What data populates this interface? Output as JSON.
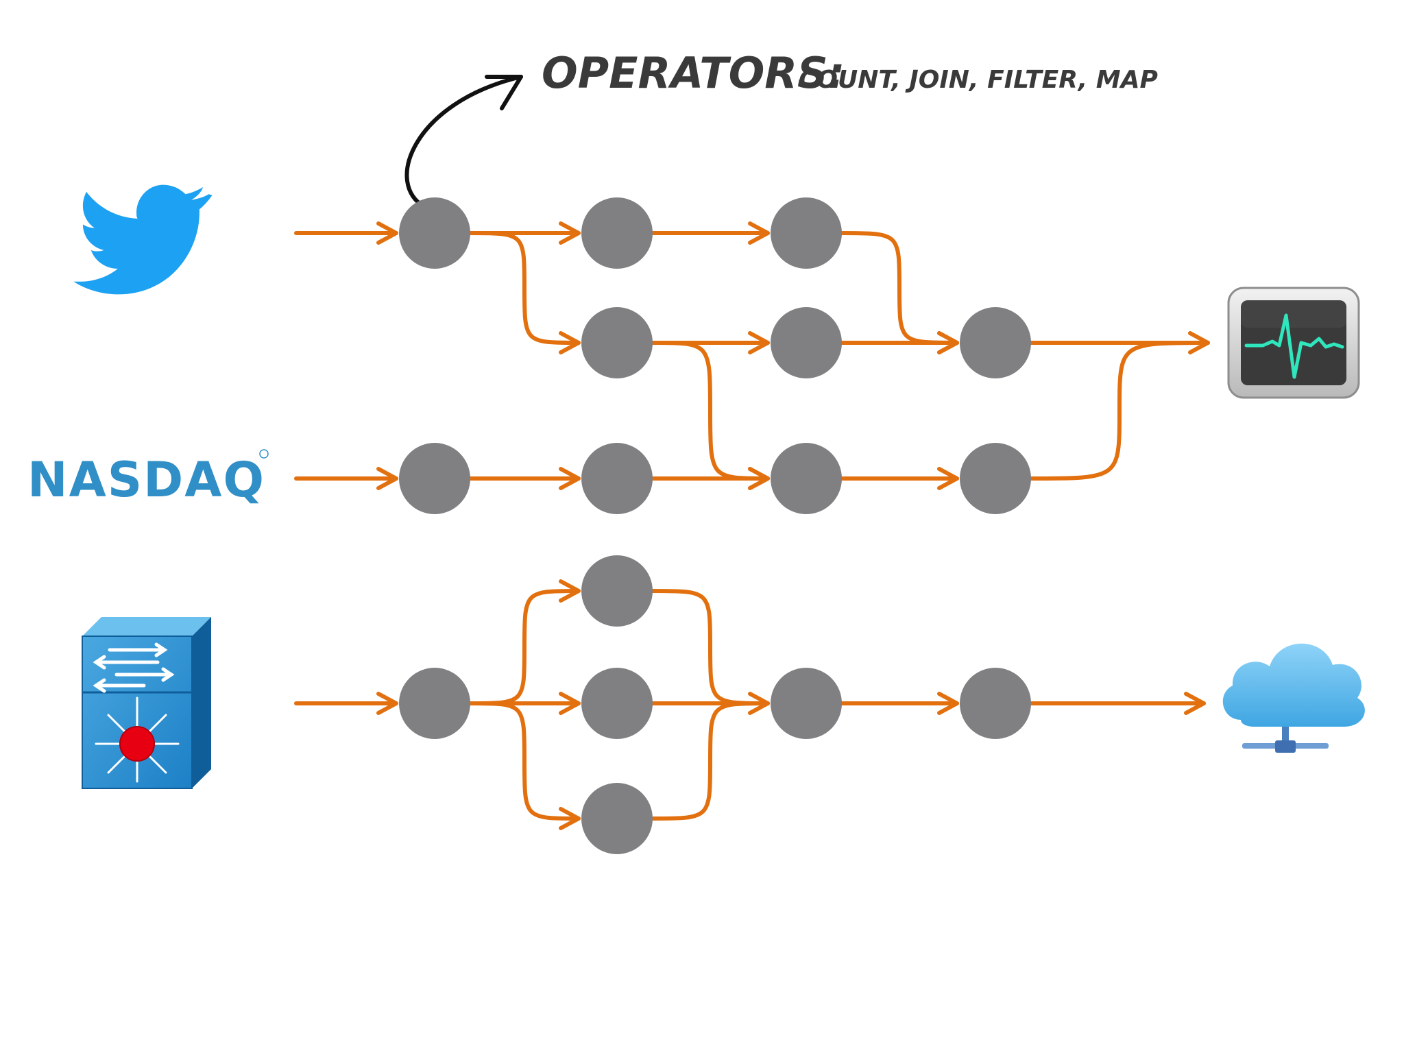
{
  "title": {
    "main": "OPERATORS:",
    "sub": "COUNT, JOIN, FILTER, MAP"
  },
  "sources": [
    {
      "name": "twitter",
      "icon": "twitter-bird-icon"
    },
    {
      "name": "nasdaq",
      "label": "NASDAQ",
      "icon": "nasdaq-logo"
    },
    {
      "name": "network-switch",
      "icon": "network-switch-icon"
    }
  ],
  "sinks": [
    {
      "name": "monitor",
      "icon": "activity-monitor-icon"
    },
    {
      "name": "cloud",
      "icon": "cloud-server-icon"
    }
  ],
  "colors": {
    "edge": "#e2700f",
    "node": "#807f82",
    "twitter": "#1da1f2",
    "nasdaq": "#2f8fc6",
    "switch": "#1b7fc4",
    "cloud": "#5ab8ea"
  }
}
